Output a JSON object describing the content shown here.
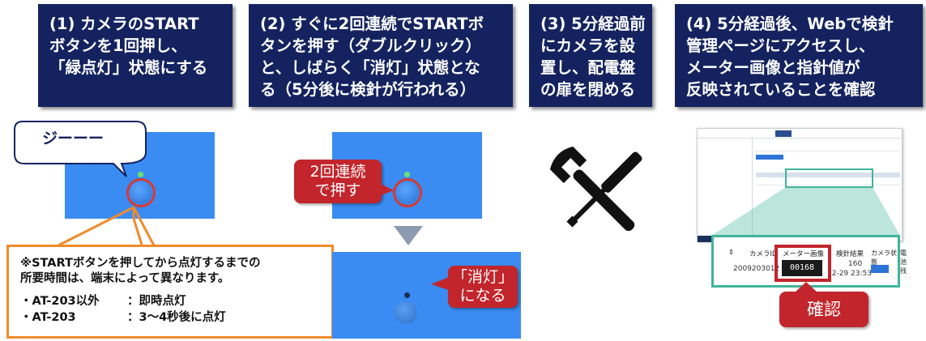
{
  "steps": [
    {
      "text": "(1) カメラのSTART\nボタンを1回押し、\n「緑点灯」状態にする"
    },
    {
      "text": "(2) すぐに2回連続でSTARTボ\nタンを押す（ダブルクリック）\nと、しばらく「消灯」状態とな\nる（5分後に検針が行われる）"
    },
    {
      "text": "(3) 5分経過前\nにカメラを設\n置し、配電盤\nの扉を閉める"
    },
    {
      "text": "(4) 5分経過後、Webで検針\n管理ページにアクセスし、\nメーター画像と指針値が\n反映されていることを確認"
    }
  ],
  "speech_bubble": "ジーーー",
  "double_press_label": "2回連続\nで押す",
  "lights_off_label": "「消灯」\nになる",
  "confirm_label": "確認",
  "note": {
    "line1": "※STARTボタンを押してから点灯するまでの",
    "line2": "所要時間は、端末によって異なります。",
    "rows": [
      {
        "model": "・AT-203以外",
        "desc": "：即時点灯"
      },
      {
        "model": "・AT-203",
        "desc": "：3〜4秒後に点灯"
      }
    ]
  },
  "web_table": {
    "headers": [
      "カメラID",
      "メーター画像",
      "検針結果",
      "カメラ状態",
      "電池残"
    ],
    "row": {
      "camera_id": "2009203012",
      "reading": "160",
      "reading_time": "12-29 23:53",
      "meter_digits": "00168"
    }
  },
  "colors": {
    "step_box": "#14235f",
    "panel_blue": "#3a8cf3",
    "accent_red": "#c2252b",
    "note_border": "#f08b2c",
    "zoom_border": "#3eb59a"
  },
  "icons": {
    "tools": "wrench-screwdriver-icon",
    "down_arrow": "triangle-down-icon"
  }
}
